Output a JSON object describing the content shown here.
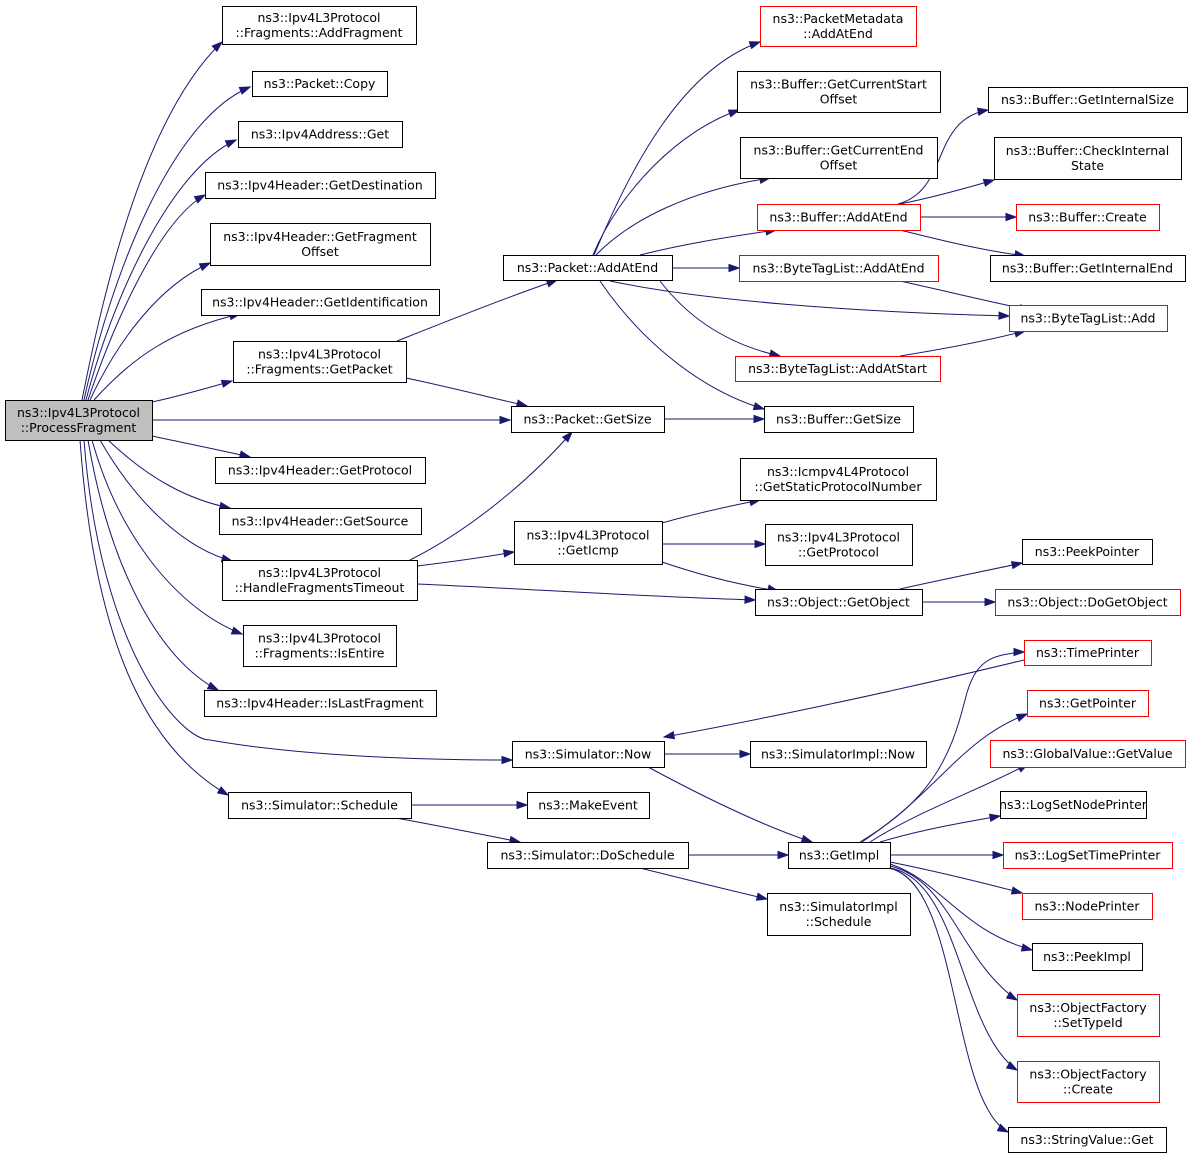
{
  "graph": {
    "nodes": {
      "root": {
        "lines": [
          "ns3::Ipv4L3Protocol",
          "::ProcessFragment"
        ],
        "style": "root"
      },
      "addfragment": {
        "lines": [
          "ns3::Ipv4L3Protocol",
          "::Fragments::AddFragment"
        ],
        "style": "normal"
      },
      "pktcopy": {
        "lines": [
          "ns3::Packet::Copy"
        ],
        "style": "normal"
      },
      "ipv4addrget": {
        "lines": [
          "ns3::Ipv4Address::Get"
        ],
        "style": "normal"
      },
      "getdest": {
        "lines": [
          "ns3::Ipv4Header::GetDestination"
        ],
        "style": "normal"
      },
      "getfragoff": {
        "lines": [
          "ns3::Ipv4Header::GetFragment",
          "Offset"
        ],
        "style": "normal"
      },
      "getident": {
        "lines": [
          "ns3::Ipv4Header::GetIdentification"
        ],
        "style": "normal"
      },
      "getpacket": {
        "lines": [
          "ns3::Ipv4L3Protocol",
          "::Fragments::GetPacket"
        ],
        "style": "normal"
      },
      "getproto": {
        "lines": [
          "ns3::Ipv4Header::GetProtocol"
        ],
        "style": "normal"
      },
      "getsource": {
        "lines": [
          "ns3::Ipv4Header::GetSource"
        ],
        "style": "normal"
      },
      "handlefrag": {
        "lines": [
          "ns3::Ipv4L3Protocol",
          "::HandleFragmentsTimeout"
        ],
        "style": "normal"
      },
      "isentire": {
        "lines": [
          "ns3::Ipv4L3Protocol",
          "::Fragments::IsEntire"
        ],
        "style": "normal"
      },
      "islastfrag": {
        "lines": [
          "ns3::Ipv4Header::IsLastFragment"
        ],
        "style": "normal"
      },
      "schedule": {
        "lines": [
          "ns3::Simulator::Schedule"
        ],
        "style": "normal"
      },
      "pktaddatend": {
        "lines": [
          "ns3::Packet::AddAtEnd"
        ],
        "style": "normal"
      },
      "pktgetsize": {
        "lines": [
          "ns3::Packet::GetSize"
        ],
        "style": "normal"
      },
      "geticmp": {
        "lines": [
          "ns3::Ipv4L3Protocol",
          "::GetIcmp"
        ],
        "style": "normal"
      },
      "simnow": {
        "lines": [
          "ns3::Simulator::Now"
        ],
        "style": "normal"
      },
      "makeevent": {
        "lines": [
          "ns3::MakeEvent"
        ],
        "style": "normal"
      },
      "doschedule": {
        "lines": [
          "ns3::Simulator::DoSchedule"
        ],
        "style": "normal"
      },
      "pmaddatend": {
        "lines": [
          "ns3::PacketMetadata",
          "::AddAtEnd"
        ],
        "style": "red"
      },
      "bufcurstart": {
        "lines": [
          "ns3::Buffer::GetCurrentStart",
          "Offset"
        ],
        "style": "normal"
      },
      "bufcurend": {
        "lines": [
          "ns3::Buffer::GetCurrentEnd",
          "Offset"
        ],
        "style": "normal"
      },
      "bufaddatend": {
        "lines": [
          "ns3::Buffer::AddAtEnd"
        ],
        "style": "red"
      },
      "btladdatend": {
        "lines": [
          "ns3::ByteTagList::AddAtEnd"
        ],
        "style": "red"
      },
      "btladdatstart": {
        "lines": [
          "ns3::ByteTagList::AddAtStart"
        ],
        "style": "red"
      },
      "bufgetsize": {
        "lines": [
          "ns3::Buffer::GetSize"
        ],
        "style": "normal"
      },
      "icmpstatic": {
        "lines": [
          "ns3::Icmpv4L4Protocol",
          "::GetStaticProtocolNumber"
        ],
        "style": "normal"
      },
      "ipv4getproto": {
        "lines": [
          "ns3::Ipv4L3Protocol",
          "::GetProtocol"
        ],
        "style": "normal"
      },
      "objgetobject": {
        "lines": [
          "ns3::Object::GetObject"
        ],
        "style": "normal"
      },
      "simimplnow": {
        "lines": [
          "ns3::SimulatorImpl::Now"
        ],
        "style": "normal"
      },
      "getimpl": {
        "lines": [
          "ns3::GetImpl"
        ],
        "style": "normal"
      },
      "simimplsched": {
        "lines": [
          "ns3::SimulatorImpl",
          "::Schedule"
        ],
        "style": "normal"
      },
      "bufgetintsize": {
        "lines": [
          "ns3::Buffer::GetInternalSize"
        ],
        "style": "normal"
      },
      "bufcheckint": {
        "lines": [
          "ns3::Buffer::CheckInternal",
          "State"
        ],
        "style": "normal"
      },
      "bufcreate": {
        "lines": [
          "ns3::Buffer::Create"
        ],
        "style": "red"
      },
      "bufgetintend": {
        "lines": [
          "ns3::Buffer::GetInternalEnd"
        ],
        "style": "normal"
      },
      "btladd": {
        "lines": [
          "ns3::ByteTagList::Add"
        ],
        "style": "red"
      },
      "peekpointer": {
        "lines": [
          "ns3::PeekPointer"
        ],
        "style": "normal"
      },
      "objdogetobject": {
        "lines": [
          "ns3::Object::DoGetObject"
        ],
        "style": "red"
      },
      "timeprinter": {
        "lines": [
          "ns3::TimePrinter"
        ],
        "style": "red"
      },
      "getpointer": {
        "lines": [
          "ns3::GetPointer"
        ],
        "style": "red"
      },
      "gvgetvalue": {
        "lines": [
          "ns3::GlobalValue::GetValue"
        ],
        "style": "red"
      },
      "logsetnode": {
        "lines": [
          "ns3::LogSetNodePrinter"
        ],
        "style": "normal"
      },
      "logsettime": {
        "lines": [
          "ns3::LogSetTimePrinter"
        ],
        "style": "red"
      },
      "nodeprinter": {
        "lines": [
          "ns3::NodePrinter"
        ],
        "style": "red"
      },
      "peekimpl": {
        "lines": [
          "ns3::PeekImpl"
        ],
        "style": "normal"
      },
      "ofsettypeid": {
        "lines": [
          "ns3::ObjectFactory",
          "::SetTypeId"
        ],
        "style": "red"
      },
      "ofcreate": {
        "lines": [
          "ns3::ObjectFactory",
          "::Create"
        ],
        "style": "red"
      },
      "svget": {
        "lines": [
          "ns3::StringValue::Get"
        ],
        "style": "normal"
      }
    }
  }
}
